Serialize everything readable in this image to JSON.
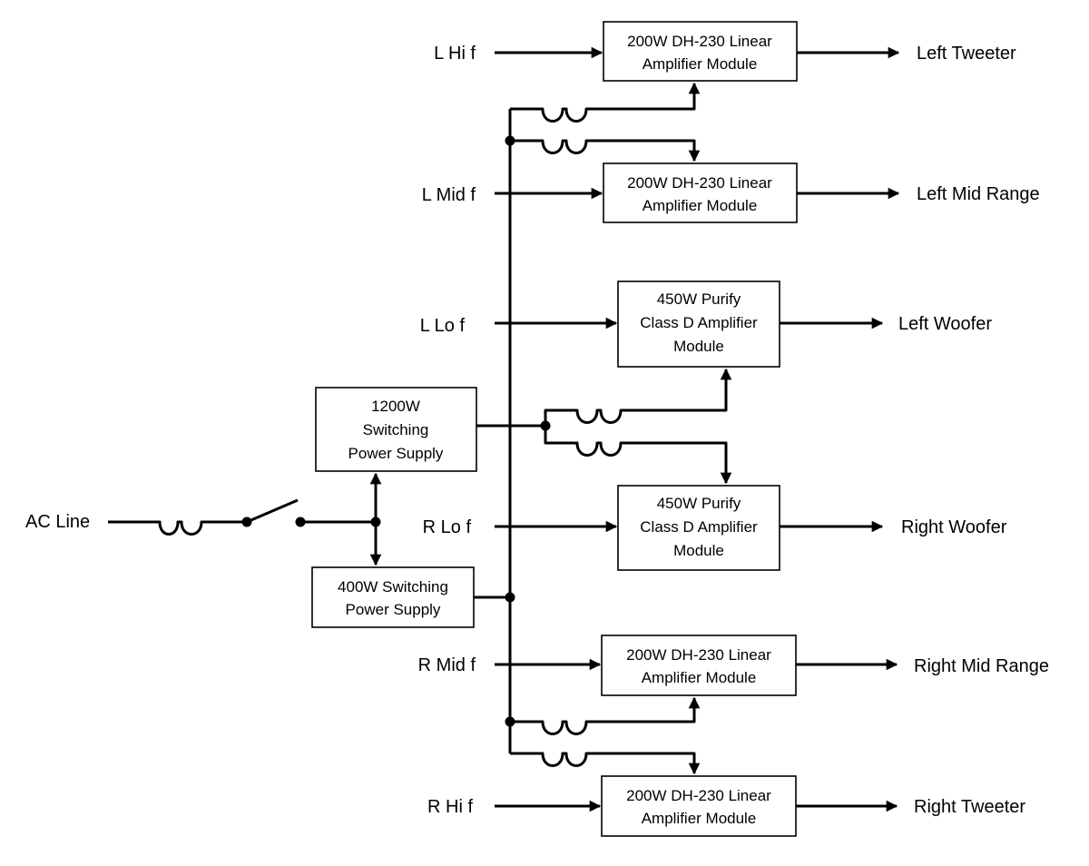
{
  "inputs": {
    "l_hi": "L Hi f",
    "l_mid": "L Mid f",
    "l_lo": "L Lo f",
    "ac": "AC Line",
    "r_lo": "R Lo f",
    "r_mid": "R Mid f",
    "r_hi": "R Hi f"
  },
  "outputs": {
    "l_hi": "Left Tweeter",
    "l_mid": "Left Mid Range",
    "l_lo": "Left Woofer",
    "r_lo": "Right Woofer",
    "r_mid": "Right Mid Range",
    "r_hi": "Right Tweeter"
  },
  "blocks": {
    "amp_l_hi": [
      "200W DH-230 Linear",
      "Amplifier Module"
    ],
    "amp_l_mid": [
      "200W DH-230 Linear",
      "Amplifier Module"
    ],
    "amp_l_lo": [
      "450W  Purify",
      "Class D Amplifier",
      "Module"
    ],
    "psu_1200": [
      "1200W",
      "Switching",
      "Power Supply"
    ],
    "amp_r_lo": [
      "450W  Purify",
      "Class D Amplifier",
      "Module"
    ],
    "psu_400": [
      "400W Switching",
      "Power Supply"
    ],
    "amp_r_mid": [
      "200W DH-230 Linear",
      "Amplifier Module"
    ],
    "amp_r_hi": [
      "200W DH-230 Linear",
      "Amplifier Module"
    ]
  },
  "colors": {
    "line": "#000000",
    "background": "#ffffff"
  }
}
